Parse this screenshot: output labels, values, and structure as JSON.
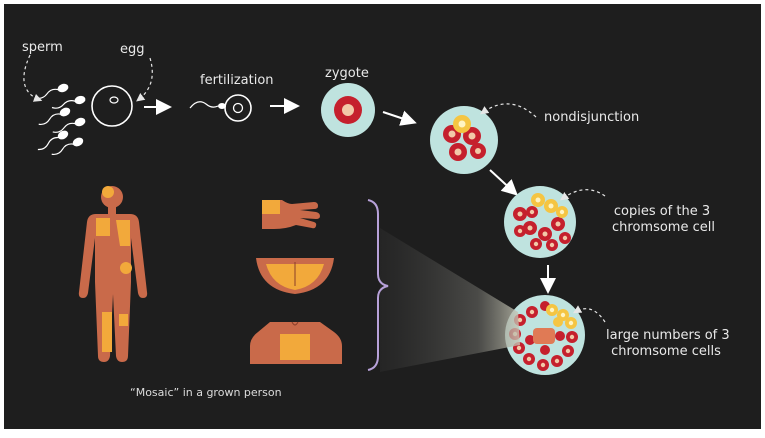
{
  "labels": {
    "sperm": "sperm",
    "egg": "egg",
    "fertilization": "fertilization",
    "zygote": "zygote",
    "nondisjunction": "nondisjunction",
    "copies_line1": "copies of the 3",
    "copies_line2": "chromsome cell",
    "large_line1": "large numbers of 3",
    "large_line2": "chromsome cells",
    "mosaic_caption": "“Mosaic” in a grown person"
  },
  "colors": {
    "background": "#1e1e1e",
    "frame": "#ffffff",
    "text": "#e9e9e9",
    "cell_fill": "#bfe3df",
    "red_cell": "#c5202d",
    "red_cell_inner": "#f2c9a8",
    "yellow_cell": "#f5c542",
    "skin": "#c96a4a",
    "mosaic_patch": "#f2a93b",
    "arrow": "#ffffff",
    "brace": "#b7a1d9"
  },
  "icons": {
    "sperm": "sperm-cells-icon",
    "egg": "egg-cell-icon",
    "fertilization": "fertilization-icon",
    "zygote": "zygote-cell-icon",
    "nondisjunction": "nondisjunction-cell-icon",
    "copies": "dividing-cells-icon",
    "large": "cell-cluster-icon",
    "person": "human-figure-icon",
    "hand": "hand-icon",
    "abdomen": "abdomen-icon",
    "chest": "chest-icon"
  }
}
